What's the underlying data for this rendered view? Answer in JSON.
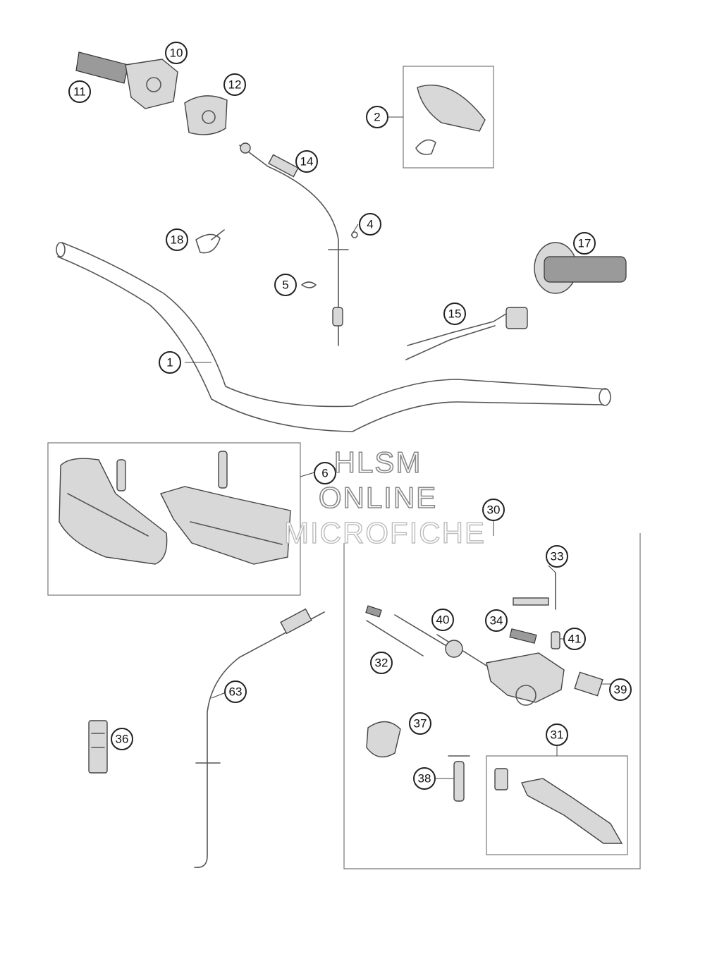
{
  "watermark": {
    "line1": "HLSM",
    "line2": "ONLINE",
    "line3": "MICROFICHE"
  },
  "callouts": [
    "1",
    "2",
    "4",
    "5",
    "6",
    "10",
    "11",
    "12",
    "14",
    "15",
    "17",
    "18",
    "30",
    "31",
    "32",
    "33",
    "34",
    "36",
    "37",
    "38",
    "39",
    "40",
    "41",
    "63"
  ]
}
